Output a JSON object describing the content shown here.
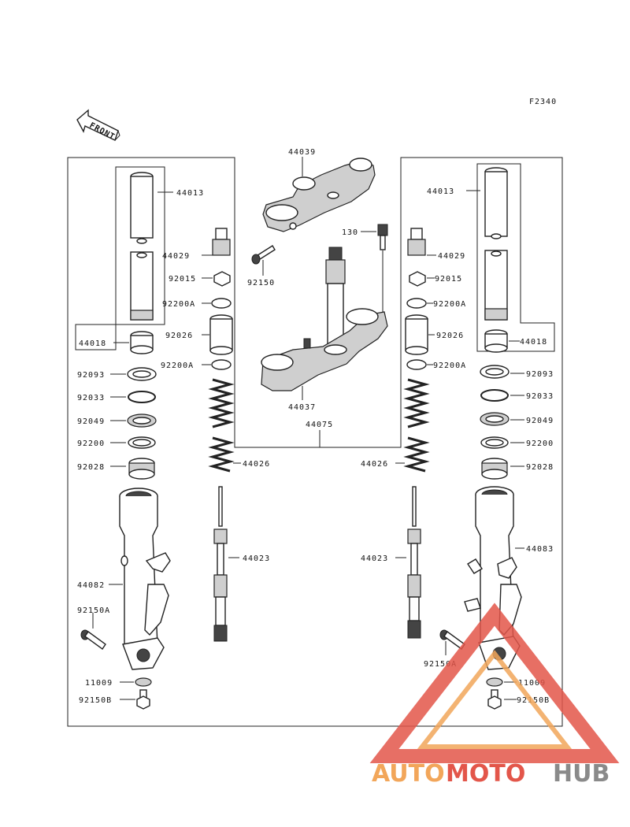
{
  "figure_code": "F2340",
  "front_label": "FRONT",
  "watermark": {
    "part1": "AUTO",
    "part2": "MOTO",
    "part3": "HUB",
    "colors": {
      "orange": "#f2a65a",
      "red": "#e3564a",
      "grey": "#8a8a8a"
    }
  },
  "callouts": {
    "c44039": "44039",
    "c130": "130",
    "c92150": "92150",
    "c44037": "44037",
    "c44075": "44075",
    "l44013": "44013",
    "l44018": "44018",
    "l44029": "44029",
    "l92015": "92015",
    "l92200A1": "92200A",
    "l92026": "92026",
    "l92200A2": "92200A",
    "l92093": "92093",
    "l92033": "92033",
    "l92049": "92049",
    "l92200": "92200",
    "l92028": "92028",
    "l44026": "44026",
    "l44023": "44023",
    "l44082": "44082",
    "l92150A": "92150A",
    "l11009": "11009",
    "l92150B": "92150B",
    "r44013": "44013",
    "r44018": "44018",
    "r44029": "44029",
    "r92015": "92015",
    "r92200A1": "92200A",
    "r92026": "92026",
    "r92200A2": "92200A",
    "r92093": "92093",
    "r92033": "92033",
    "r92049": "92049",
    "r92200": "92200",
    "r92028": "92028",
    "r44026": "44026",
    "r44023": "44023",
    "r44083": "44083",
    "r92150A": "92150A",
    "r11009": "11009",
    "r92150B": "92150B"
  }
}
